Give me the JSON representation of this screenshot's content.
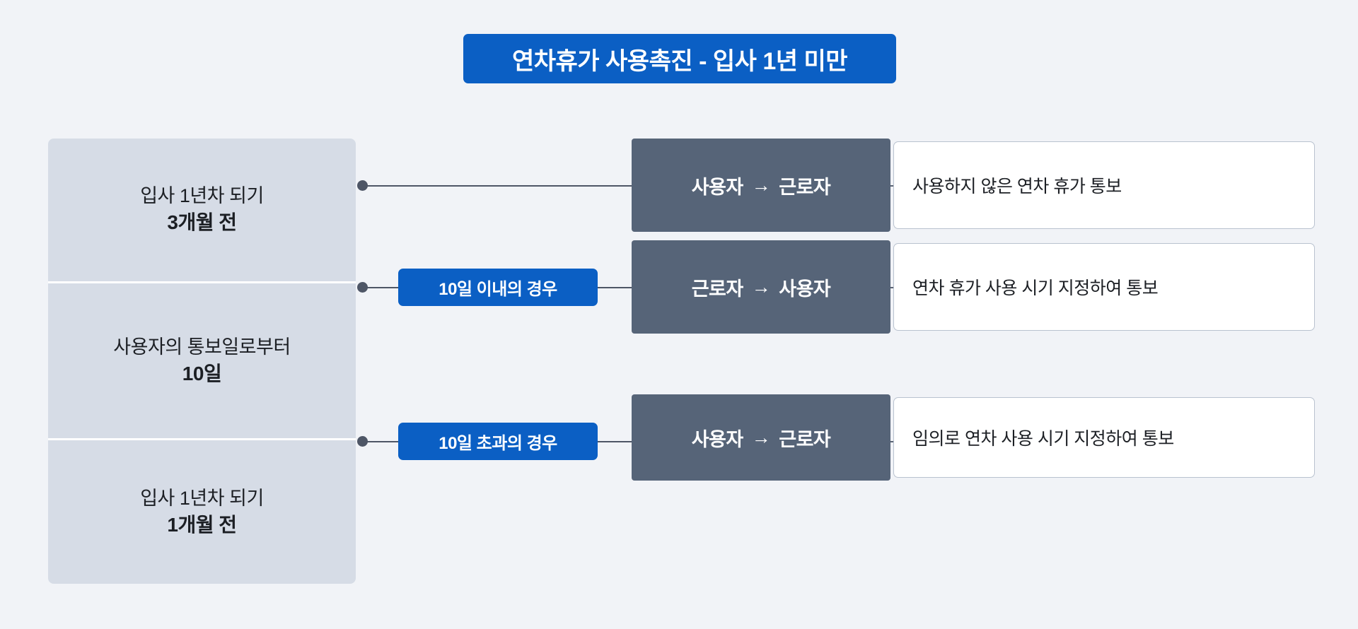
{
  "page": {
    "background_color": "#f1f3f7",
    "title": "연차휴가 사용촉진 - 입사 1년 미만"
  },
  "colors": {
    "accent_blue": "#0b5fc4",
    "panel_gray": "#d6dce6",
    "actor_slate": "#566478",
    "text_dark": "#1c1f24",
    "box_border": "#b9c2cf",
    "connector": "#4e5666"
  },
  "timeline": {
    "cells": [
      {
        "line1": "입사 1년차 되기",
        "line2": "3개월 전"
      },
      {
        "line1": "사용자의 통보일로부터",
        "line2": "10일"
      },
      {
        "line1": "입사 1년차 되기",
        "line2": "1개월 전"
      }
    ]
  },
  "rows": [
    {
      "condition": null,
      "actor_from": "사용자",
      "actor_arrow": "→",
      "actor_to": "근로자",
      "description": "사용하지 않은 연차 휴가 통보"
    },
    {
      "condition": "10일 이내의 경우",
      "actor_from": "근로자",
      "actor_arrow": "→",
      "actor_to": "사용자",
      "description": "연차 휴가 사용 시기 지정하여 통보"
    },
    {
      "condition": "10일 초과의 경우",
      "actor_from": "사용자",
      "actor_arrow": "→",
      "actor_to": "근로자",
      "description": "임의로 연차 사용 시기 지정하여 통보"
    }
  ]
}
